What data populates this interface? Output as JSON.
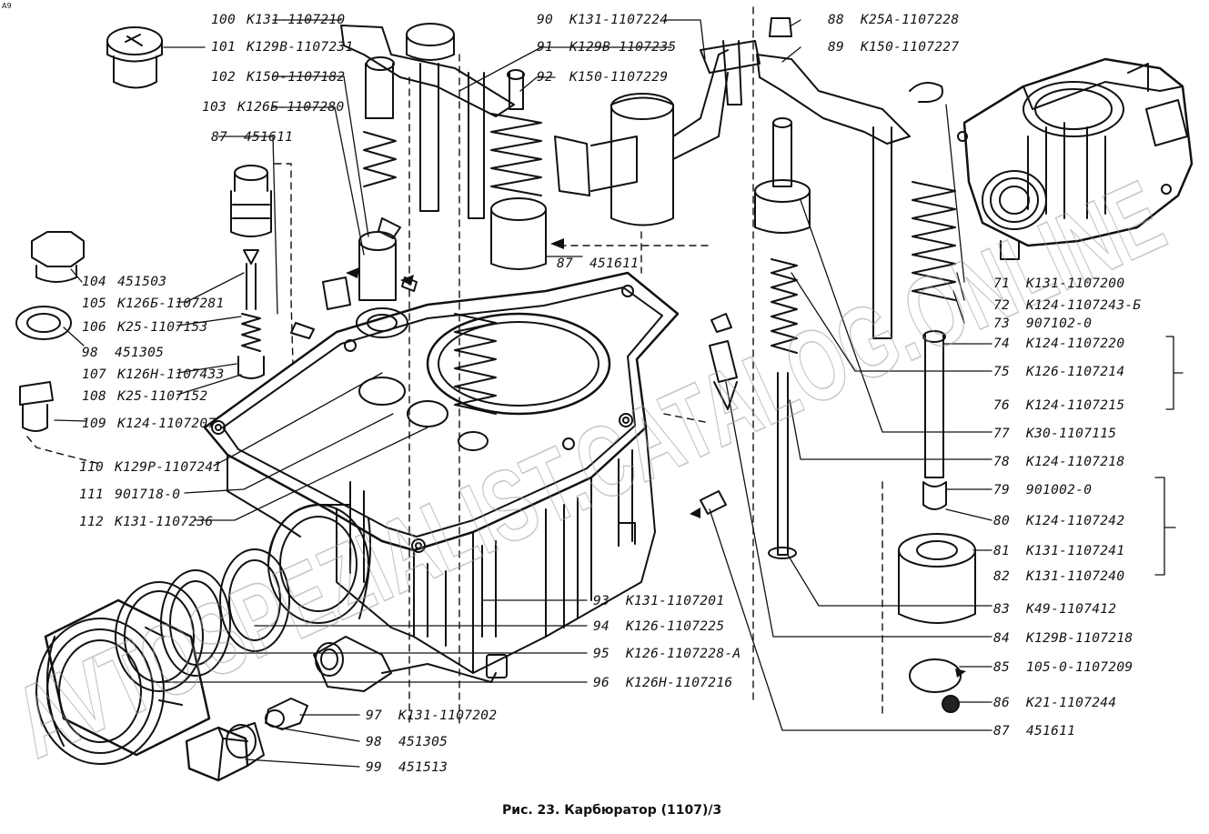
{
  "corner_mark": "A9",
  "caption": "Рис. 23. Карбюратор (1107)/3",
  "watermark": "AVTOSPEZIALIST.CATALOG.ONLINE",
  "callouts": [
    {
      "num": "100",
      "code": "К131-1107210"
    },
    {
      "num": "101",
      "code": "К129В-1107231"
    },
    {
      "num": "102",
      "code": "К150-1107182"
    },
    {
      "num": "103",
      "code": "К126Б-1107280"
    },
    {
      "num": "87",
      "code": "451611"
    },
    {
      "num": "104",
      "code": "451503"
    },
    {
      "num": "105",
      "code": "К126Б-1107281"
    },
    {
      "num": "106",
      "code": "К25-1107153"
    },
    {
      "num": "98",
      "code": "451305"
    },
    {
      "num": "107",
      "code": "К126Н-1107433"
    },
    {
      "num": "108",
      "code": "К25-1107152"
    },
    {
      "num": "109",
      "code": "К124-1107207"
    },
    {
      "num": "110",
      "code": "К129Р-1107241"
    },
    {
      "num": "111",
      "code": "901718-0"
    },
    {
      "num": "112",
      "code": "К131-1107236"
    },
    {
      "num": "90",
      "code": "К131-1107224"
    },
    {
      "num": "91",
      "code": "К129В-1107235"
    },
    {
      "num": "92",
      "code": "К150-1107229"
    },
    {
      "num": "87",
      "code": "451611"
    },
    {
      "num": "88",
      "code": "К25А-1107228"
    },
    {
      "num": "89",
      "code": "К150-1107227"
    },
    {
      "num": "71",
      "code": "К131-1107200"
    },
    {
      "num": "72",
      "code": "К124-1107243-Б"
    },
    {
      "num": "73",
      "code": "907102-0"
    },
    {
      "num": "74",
      "code": "К124-1107220"
    },
    {
      "num": "75",
      "code": "К126-1107214"
    },
    {
      "num": "76",
      "code": "К124-1107215"
    },
    {
      "num": "77",
      "code": "К30-1107115"
    },
    {
      "num": "78",
      "code": "К124-1107218"
    },
    {
      "num": "79",
      "code": "901002-0"
    },
    {
      "num": "80",
      "code": "К124-1107242"
    },
    {
      "num": "81",
      "code": "К131-1107241"
    },
    {
      "num": "82",
      "code": "К131-1107240"
    },
    {
      "num": "83",
      "code": "К49-1107412"
    },
    {
      "num": "84",
      "code": "К129В-1107218"
    },
    {
      "num": "85",
      "code": "105-0-1107209"
    },
    {
      "num": "86",
      "code": "К21-1107244"
    },
    {
      "num": "87",
      "code": "451611"
    },
    {
      "num": "93",
      "code": "К131-1107201"
    },
    {
      "num": "94",
      "code": "К126-1107225"
    },
    {
      "num": "95",
      "code": "К126-1107228-А"
    },
    {
      "num": "96",
      "code": "К126Н-1107216"
    },
    {
      "num": "97",
      "code": "К131-1107202"
    },
    {
      "num": "98",
      "code": "451305"
    },
    {
      "num": "99",
      "code": "451513"
    }
  ]
}
